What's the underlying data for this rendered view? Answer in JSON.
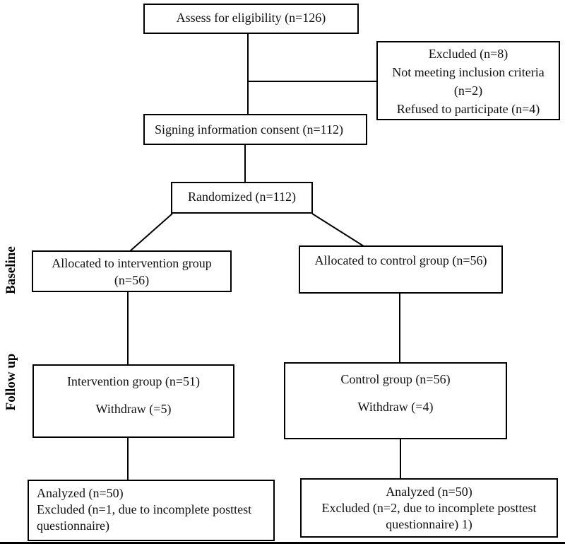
{
  "figure": {
    "side_labels": {
      "baseline": "Baseline",
      "follow_up": "Follow up"
    },
    "boxes": {
      "assess": {
        "lines": [
          "Assess for eligibility (n=126)"
        ]
      },
      "excluded": {
        "lines": [
          "Excluded (n=8)",
          "Not meeting inclusion criteria",
          "(n=2)",
          "Refused to participate (n=4)"
        ]
      },
      "consent": {
        "lines": [
          "Signing information consent (n=112)"
        ]
      },
      "randomized": {
        "lines": [
          "Randomized (n=112)"
        ]
      },
      "allocated_intervention": {
        "lines": [
          "Allocated to intervention group",
          "(n=56)"
        ]
      },
      "allocated_control": {
        "lines": [
          "Allocated to control group (n=56)"
        ]
      },
      "followup_intervention": {
        "lines": [
          "Intervention group (n=51)",
          "Withdraw (=5)"
        ]
      },
      "followup_control": {
        "lines": [
          "Control group (n=56)",
          "Withdraw (=4)"
        ]
      },
      "analyzed_intervention": {
        "lines": [
          "Analyzed (n=50)",
          "Excluded (n=1, due to incomplete posttest",
          "questionnaire)"
        ]
      },
      "analyzed_control": {
        "lines": [
          "Analyzed (n=50)",
          "Excluded (n=2, due to incomplete posttest",
          "questionnaire) 1)"
        ]
      }
    },
    "colors": {
      "ink": "#000000",
      "background": "#ffffff"
    }
  }
}
